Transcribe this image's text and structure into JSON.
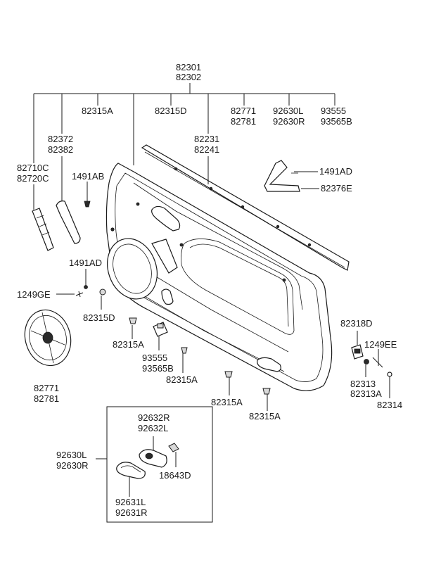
{
  "labels": {
    "root_a": "82301",
    "root_b": "82302",
    "p82315A_top": "82315A",
    "p82315D_top": "82315D",
    "p82771_top_a": "82771",
    "p82781_top_b": "82781",
    "p92630L_top": "92630L",
    "p92630R_top": "92630R",
    "p93555_top": "93555",
    "p93565B_top": "93565B",
    "p82372": "82372",
    "p82382": "82382",
    "p82231": "82231",
    "p82241": "82241",
    "p82710C": "82710C",
    "p82720C": "82720C",
    "p1491AB": "1491AB",
    "p1491AD_right": "1491AD",
    "p82376E": "82376E",
    "p1491AD_left": "1491AD",
    "p1249GE": "1249GE",
    "p82315D_left": "82315D",
    "p82315A_a": "82315A",
    "p93555_mid": "93555",
    "p93565B_mid": "93565B",
    "p82315A_b": "82315A",
    "p82771_bot": "82771",
    "p82781_bot": "82781",
    "p82315A_c": "82315A",
    "p82315A_d": "82315A",
    "p82318D": "82318D",
    "p1249EE": "1249EE",
    "p82313": "82313",
    "p82313A": "82313A",
    "p82314": "82314",
    "p92632R": "92632R",
    "p92632L": "92632L",
    "p92630L_box": "92630L",
    "p92630R_box": "92630R",
    "p18643D": "18643D",
    "p92631L": "92631L",
    "p92631R": "92631R"
  }
}
